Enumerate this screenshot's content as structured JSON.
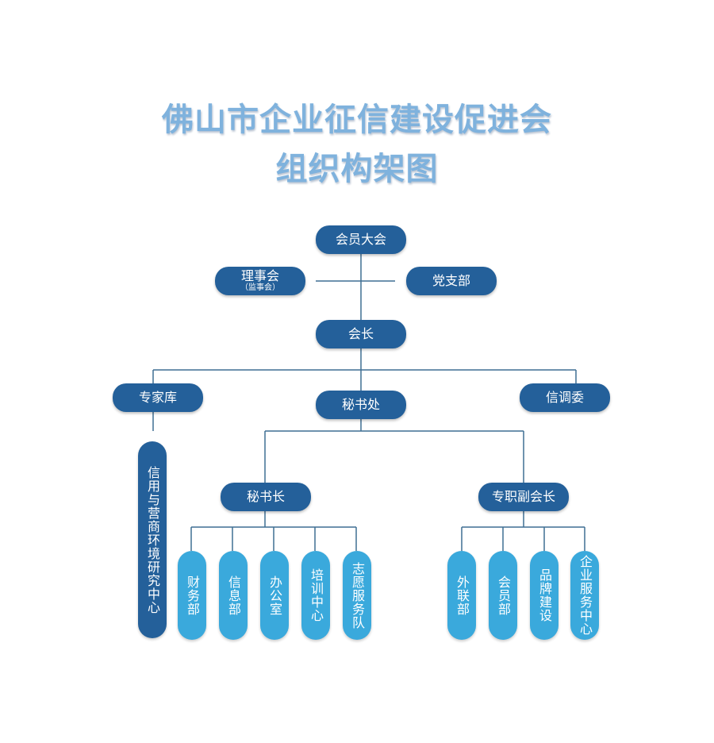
{
  "title": {
    "line1": "佛山市企业征信建设促进会",
    "line2": "组织构架图"
  },
  "nodes": {
    "general_assembly": "会员大会",
    "council": "理事会",
    "council_note": "（监事会）",
    "party_branch": "党支部",
    "president": "会长",
    "expert_pool": "专家库",
    "secretariat": "秘书处",
    "credit_committee": "信调委",
    "research_center": "信用与营商环境研究中心",
    "secretary_general": "秘书长",
    "vice_president": "专职副会长"
  },
  "secretary_departments": [
    "财务部",
    "信息部",
    "办公室",
    "培训中心",
    "志愿服务队"
  ],
  "vice_departments": [
    "外联部",
    "会员部",
    "品牌建设",
    "企业服务中心"
  ],
  "colors": {
    "dark": "#24609a",
    "light": "#3aa9dc",
    "line": "#3f6f93",
    "title": "#7fb2dd"
  }
}
